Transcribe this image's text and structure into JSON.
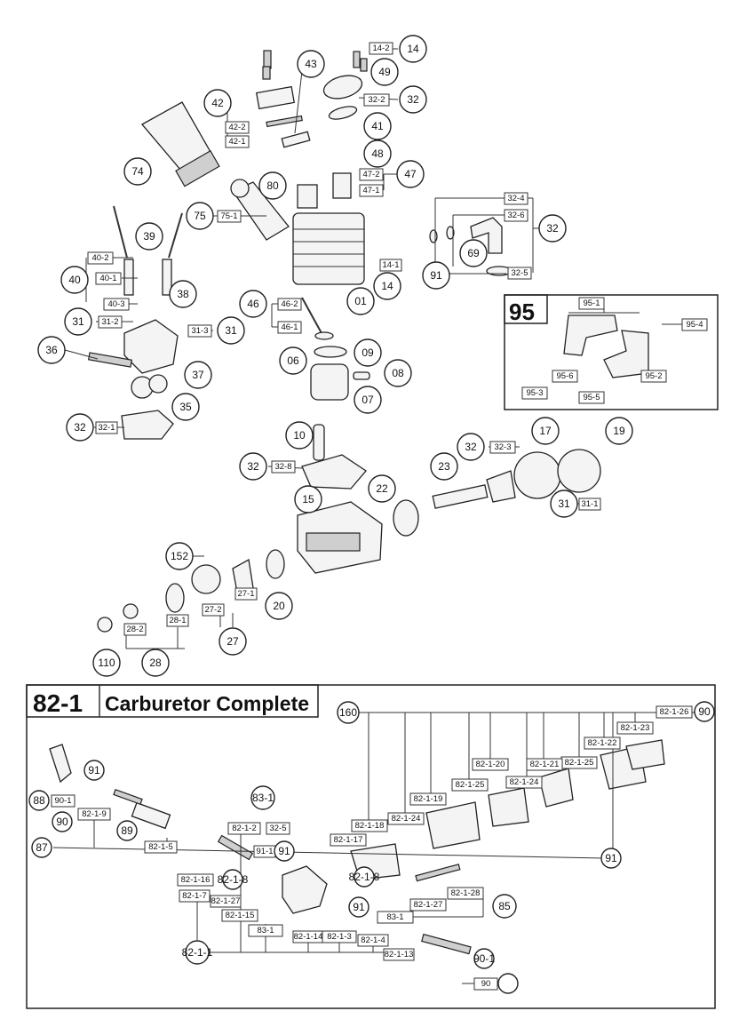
{
  "sheet": {
    "callouts": [
      "14",
      "14-2",
      "49",
      "32-2",
      "32",
      "41",
      "43",
      "42",
      "42-2",
      "42-1",
      "48",
      "47-2",
      "47",
      "47-1",
      "74",
      "80",
      "75",
      "75-1",
      "32-4",
      "32-6",
      "69",
      "91",
      "32-5",
      "39",
      "40-2",
      "40-1",
      "40",
      "40-3",
      "38",
      "14-1",
      "01",
      "31",
      "31-2",
      "31-3",
      "46",
      "46-2",
      "46-1",
      "36",
      "37",
      "35",
      "06",
      "09",
      "08",
      "07",
      "32-1",
      "10",
      "32-8",
      "32-3",
      "17",
      "19",
      "23",
      "15",
      "22",
      "31-1",
      "152",
      "27-1",
      "27-2",
      "20",
      "28-2",
      "28-1",
      "110",
      "28",
      "27"
    ],
    "inset_95": {
      "title": "95",
      "labels": [
        "95-1",
        "95-4",
        "95-6",
        "95-3",
        "95-2",
        "95-5"
      ]
    }
  },
  "carburetor": {
    "section_number": "82-1",
    "section_title": "Carburetor Complete",
    "labels": [
      "160",
      "82-1-26",
      "90",
      "82-1-23",
      "82-1-22",
      "82-1-25",
      "82-1-21",
      "82-1-20",
      "82-1-24",
      "82-1-25",
      "82-1-19",
      "82-1-24",
      "82-1-18",
      "82-1-17",
      "91",
      "88",
      "90-1",
      "90",
      "82-1-9",
      "89",
      "87",
      "82-1-5",
      "83-1",
      "82-1-2",
      "32-5",
      "91-1",
      "91",
      "82-1-16",
      "82-1-8",
      "82-1-7",
      "82-1-27",
      "82-1-15",
      "83-1",
      "82-1-1",
      "82-1-14",
      "82-1-3",
      "82-1-4",
      "82-1-13",
      "82-1-28",
      "82-1-27",
      "83-1",
      "85",
      "90-1",
      "90"
    ]
  }
}
